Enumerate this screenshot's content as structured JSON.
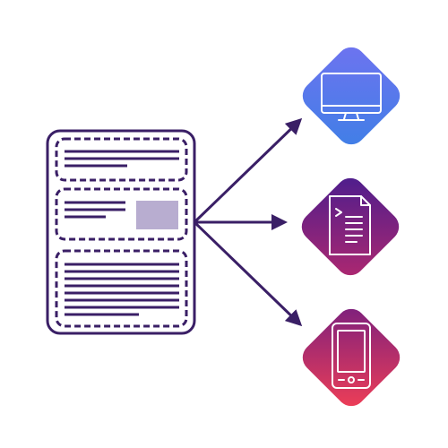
{
  "colors": {
    "outline": "#3a1f66",
    "image_placeholder": "#b8add0",
    "desktop_gradient": [
      "#6f73f0",
      "#3f7fe6"
    ],
    "document_gradient": [
      "#4a1d8e",
      "#b0286f"
    ],
    "mobile_gradient": [
      "#7a1f7e",
      "#f23f55"
    ],
    "icon_stroke": "#ffffff"
  },
  "source": {
    "icon": "content-document-icon",
    "blocks": [
      {
        "type": "text",
        "lines": 3
      },
      {
        "type": "text-with-image",
        "lines": 3
      },
      {
        "type": "text",
        "lines": 8
      }
    ]
  },
  "targets": [
    {
      "id": "desktop",
      "icon": "desktop-monitor-icon"
    },
    {
      "id": "document",
      "icon": "terminal-document-icon"
    },
    {
      "id": "mobile",
      "icon": "mobile-phone-icon"
    }
  ]
}
